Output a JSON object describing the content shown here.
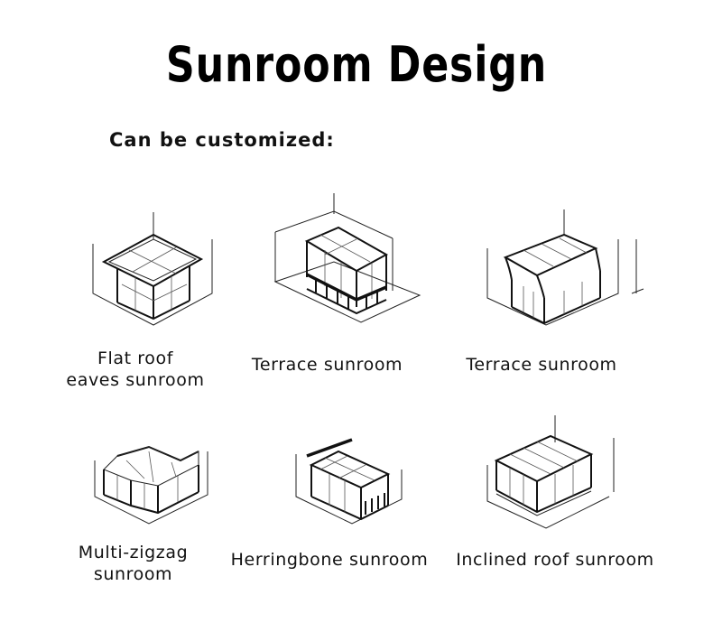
{
  "header": {
    "title": "Sunroom Design",
    "subtitle": "Can be customized:"
  },
  "designs": [
    {
      "label_line1": "Flat roof",
      "label_line2": "eaves sunroom",
      "icon": "flat-roof-sunroom-drawing"
    },
    {
      "label_line1": "Terrace sunroom",
      "label_line2": "",
      "icon": "terrace-sunroom-drawing"
    },
    {
      "label_line1": "Terrace sunroom",
      "label_line2": "",
      "icon": "terrace-curved-sunroom-drawing"
    },
    {
      "label_line1": "Multi-zigzag",
      "label_line2": "sunroom",
      "icon": "multi-zigzag-sunroom-drawing"
    },
    {
      "label_line1": "Herringbone sunroom",
      "label_line2": "",
      "icon": "herringbone-sunroom-drawing"
    },
    {
      "label_line1": "Inclined roof sunroom",
      "label_line2": "",
      "icon": "inclined-roof-sunroom-drawing"
    }
  ]
}
